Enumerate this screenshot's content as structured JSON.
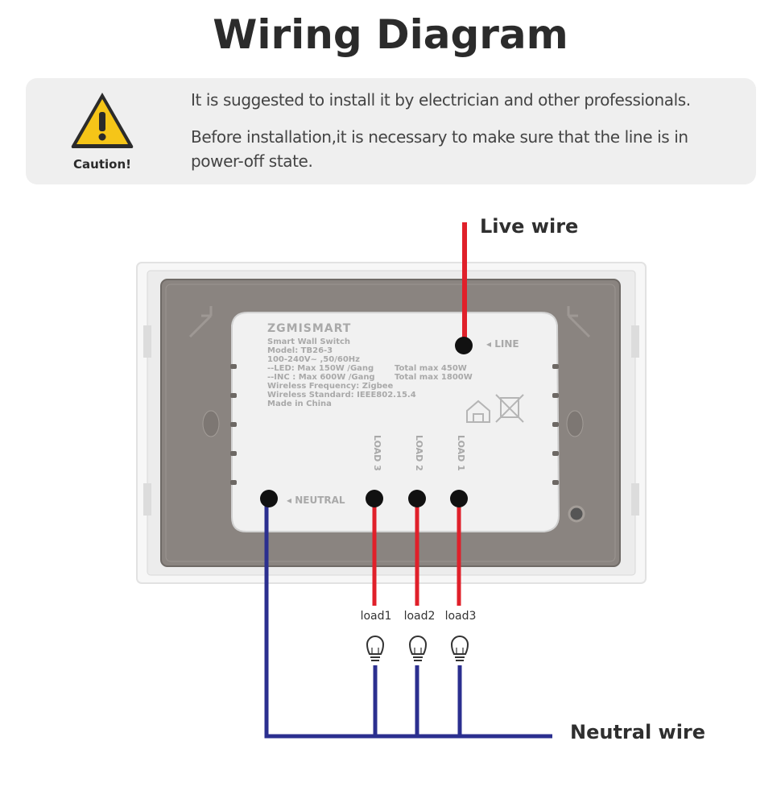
{
  "title": "Wiring Diagram",
  "caution": {
    "label": "Caution!",
    "line1": "It is suggested to install it by electrician and other professionals.",
    "line2": "Before installation,it is necessary to make sure that the line is in power-off state."
  },
  "labels": {
    "live_wire": "Live wire",
    "neutral_wire": "Neutral wire",
    "line": "LINE",
    "neutral": "NEUTRAL",
    "load_terminal_3": "LOAD 3",
    "load_terminal_2": "LOAD 2",
    "load_terminal_1": "LOAD 1"
  },
  "loads": [
    "load1",
    "load2",
    "load3"
  ],
  "device": {
    "brand": "ZGMISMART",
    "name": "Smart Wall Switch",
    "model": "Model: TB26-3",
    "voltage": "100-240V~ ,50/60Hz",
    "led": "--LED: Max 150W /Gang",
    "led_total": "Total max 450W",
    "inc": "--INC : Max 600W /Gang",
    "inc_total": "Total max 1800W",
    "frequency": "Wireless Frequency: Zigbee",
    "standard": "Wireless Standard: IEEE802.15.4",
    "origin": "Made in China"
  },
  "colors": {
    "live": "#e0202a",
    "neutral": "#2b2f8f",
    "plate": "#8a8480",
    "module": "#f1f1f1",
    "caution_bg": "#efefef",
    "warning_yellow": "#f5c518"
  }
}
